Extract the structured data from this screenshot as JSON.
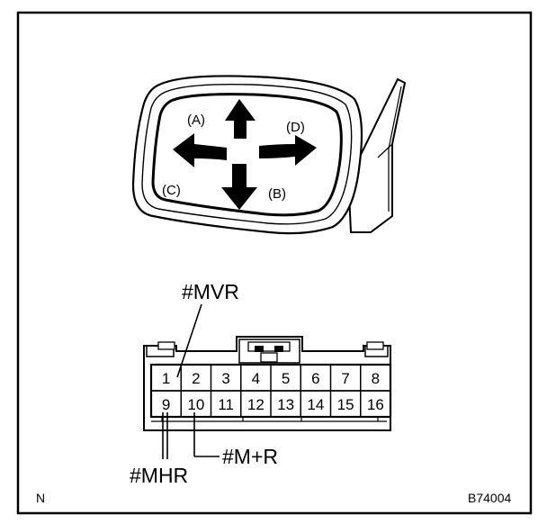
{
  "mirror": {
    "directions": {
      "up": "(A)",
      "down": "(B)",
      "left": "(C)",
      "right": "(D)"
    }
  },
  "connector": {
    "top_row": [
      "1",
      "2",
      "3",
      "4",
      "5",
      "6",
      "7",
      "8"
    ],
    "bottom_row": [
      "9",
      "10",
      "11",
      "12",
      "13",
      "14",
      "15",
      "16"
    ]
  },
  "callouts": {
    "mvr": "#MVR",
    "mhr": "#MHR",
    "mpr": "#M+R"
  },
  "corner": {
    "left": "N",
    "right": "B74004"
  }
}
